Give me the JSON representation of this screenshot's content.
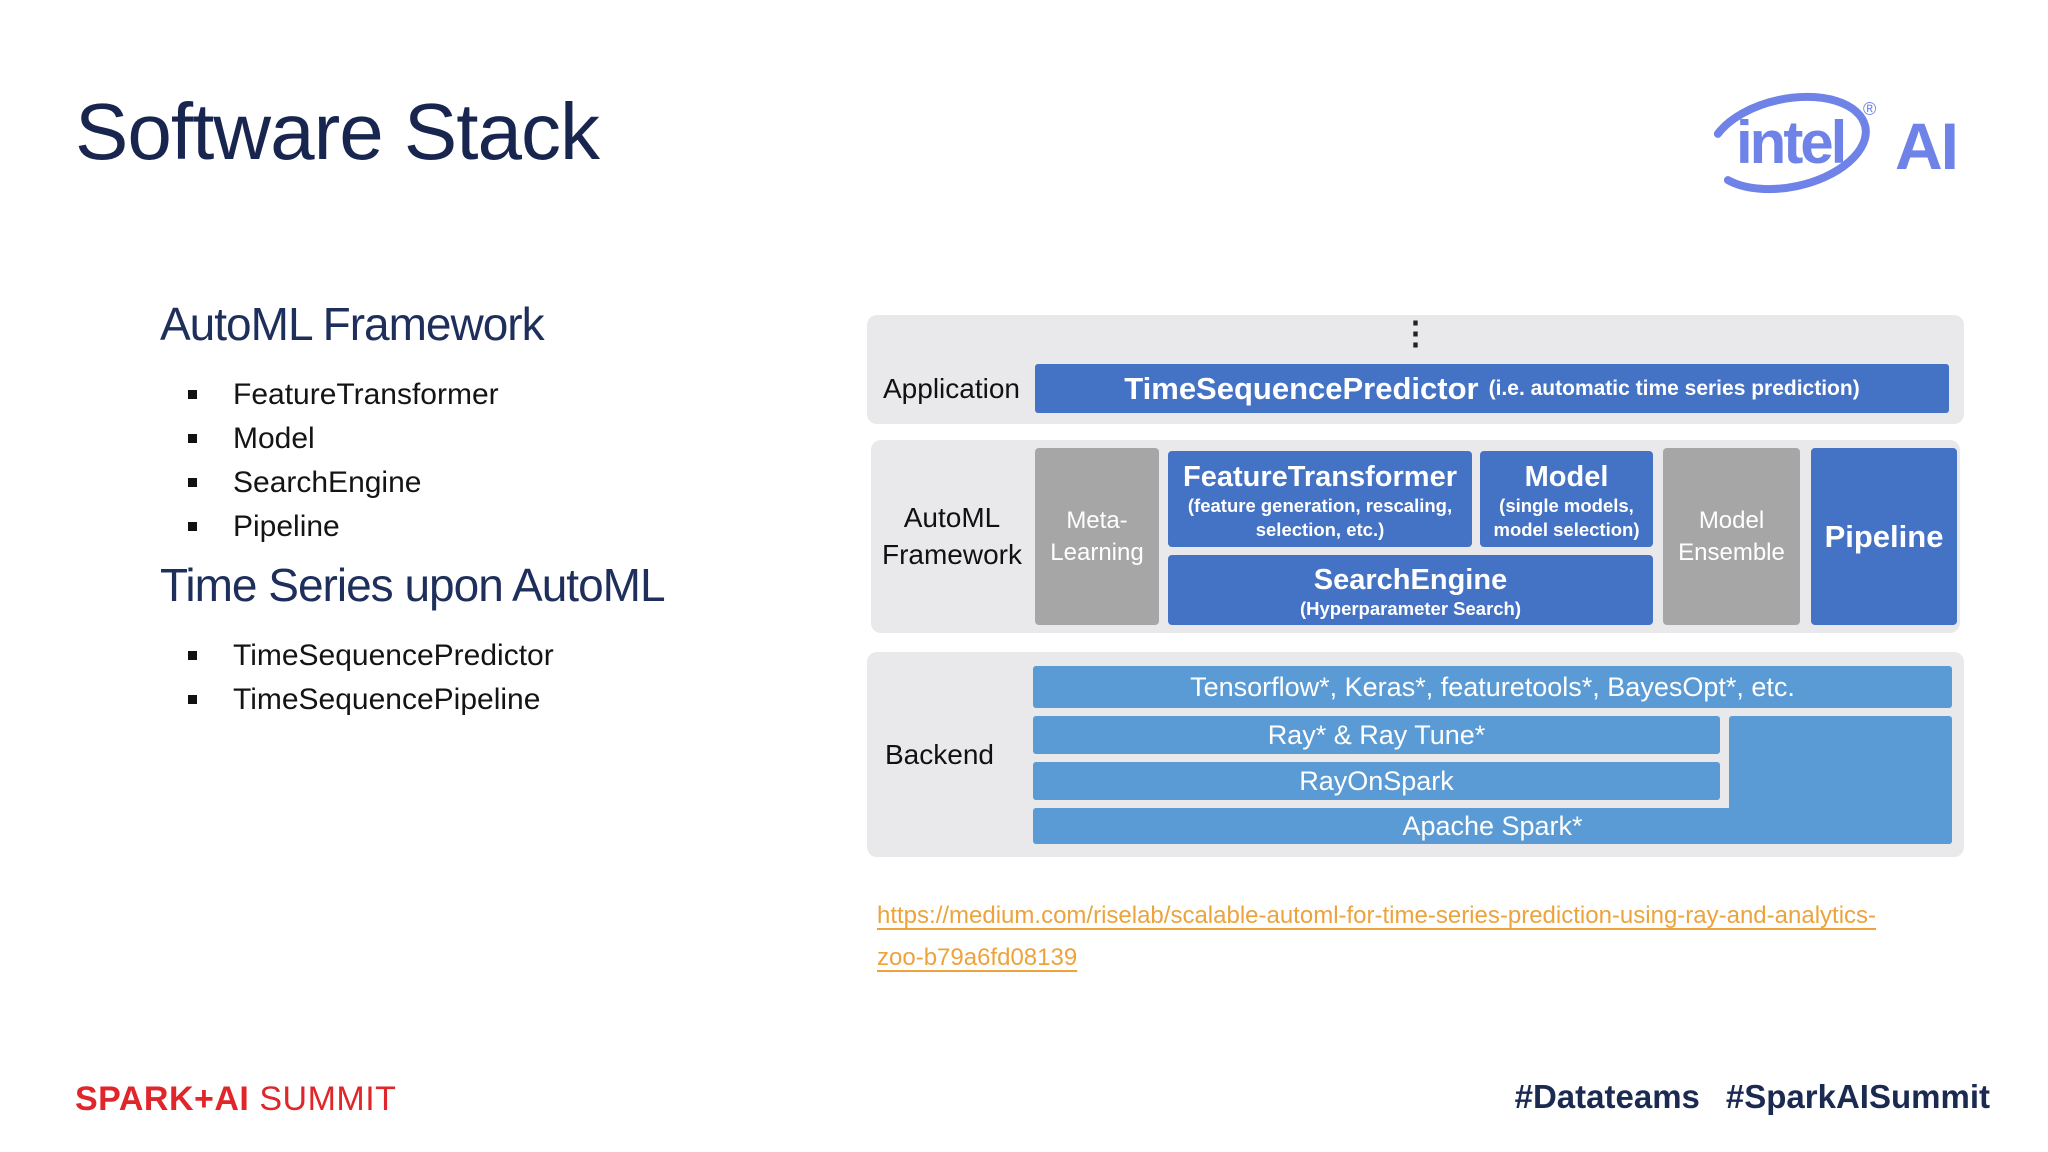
{
  "title": "Software Stack",
  "logo": {
    "brand": "intel",
    "registered": "®",
    "suffix": "AI"
  },
  "outline": {
    "automl": {
      "heading": "AutoML Framework",
      "items": [
        "FeatureTransformer",
        "Model",
        "SearchEngine",
        "Pipeline"
      ]
    },
    "timeseries": {
      "heading": "Time Series upon AutoML",
      "items": [
        "TimeSequencePredictor",
        "TimeSequencePipeline"
      ]
    }
  },
  "diagram": {
    "application": {
      "label": "Application",
      "ellipsis": "⋮",
      "bar": {
        "title": "TimeSequencePredictor",
        "note": "(i.e. automatic time series prediction)"
      }
    },
    "automl_framework": {
      "label_line1": "AutoML",
      "label_line2": "Framework",
      "meta_learning": "Meta-Learning",
      "feature_transformer": {
        "title": "FeatureTransformer",
        "subtitle": "(feature generation, rescaling, selection, etc.)"
      },
      "model": {
        "title": "Model",
        "subtitle": "(single models, model selection)"
      },
      "search_engine": {
        "title": "SearchEngine",
        "subtitle": "(Hyperparameter Search)"
      },
      "model_ensemble": "Model Ensemble",
      "pipeline": "Pipeline"
    },
    "backend": {
      "label": "Backend",
      "frameworks_bar": "Tensorflow*, Keras*, featuretools*, BayesOpt*, etc.",
      "ray_bar": "Ray* & Ray Tune*",
      "rayonspark_bar": "RayOnSpark",
      "spark_bar": "Apache Spark*"
    }
  },
  "link": {
    "line1": "https://medium.com/riselab/scalable-automl-for-time-series-prediction-using-ray-and-analytics-",
    "line2": "zoo-b79a6fd08139"
  },
  "footer": {
    "brand_strong": "SPARK+AI",
    "brand_light": "SUMMIT",
    "hashtag_1": "#Datateams",
    "hashtag_2": "#SparkAISummit"
  },
  "colors": {
    "navy": "#1e2f5c",
    "accent_blue": "#4472c4",
    "backend_blue": "#5b9bd5",
    "gray_box": "#a6a6a6",
    "panel_gray": "#e9e9eb",
    "link_orange": "#eda33c",
    "brand_red": "#e0262b",
    "intel_blue": "#6e82e8"
  }
}
